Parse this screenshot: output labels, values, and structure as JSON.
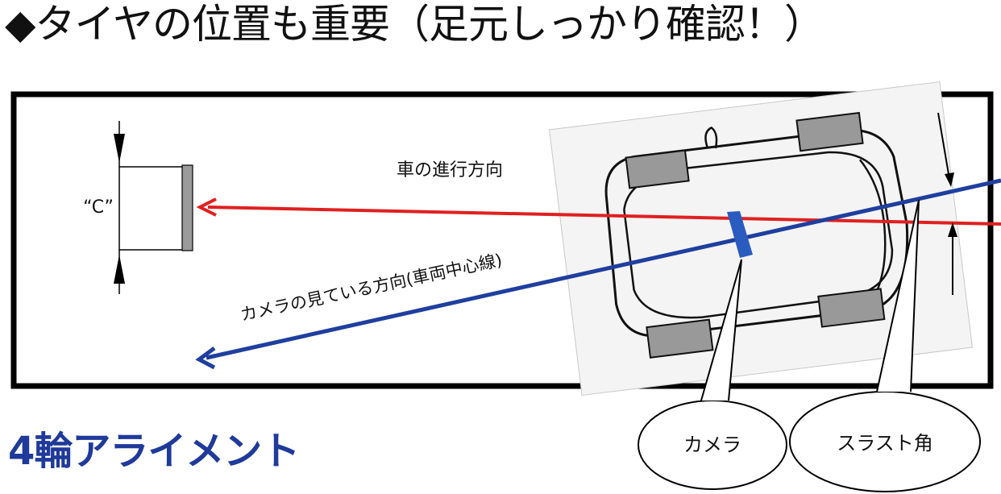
{
  "heading": "◆タイヤの位置も重要（足元しっかり確認！）",
  "diagram": {
    "label_direction": "車の進行方向",
    "label_camera_view": "カメラの見ている方向(車両中心線)",
    "label_c": "“C”",
    "callout_camera": "カメラ",
    "callout_thrust": "スラスト角",
    "colors": {
      "direction_line": "#e02020",
      "camera_line": "#1f3f9f",
      "camera_marker": "#2a5bbf",
      "tire": "#999999"
    }
  },
  "footer_label": "4輪アライメント"
}
